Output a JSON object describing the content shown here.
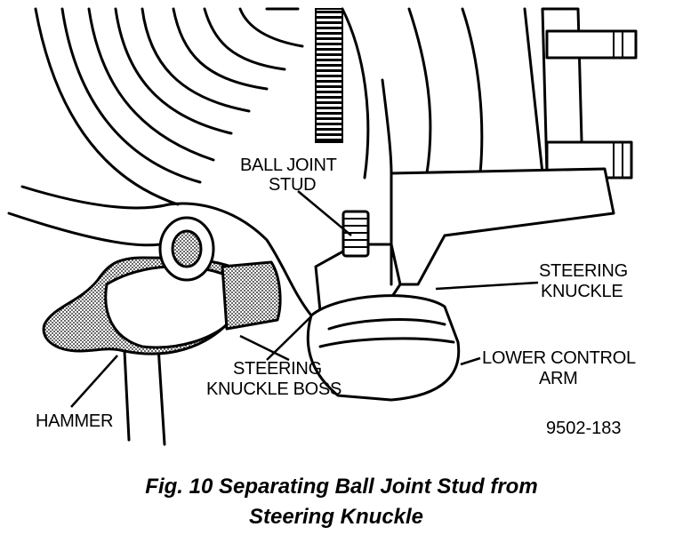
{
  "labels": {
    "ball_joint_stud": [
      "BALL JOINT",
      "STUD"
    ],
    "steering_knuckle": [
      "STEERING",
      "KNUCKLE"
    ],
    "lower_control_arm": [
      "LOWER CONTROL",
      "ARM"
    ],
    "steering_knuckle_boss": [
      "STEERING",
      "KNUCKLE BOSS"
    ],
    "hammer": "HAMMER"
  },
  "figure_code": "9502-183",
  "caption": {
    "line1": "Fig. 10 Separating Ball Joint Stud from",
    "line2": "Steering Knuckle"
  }
}
